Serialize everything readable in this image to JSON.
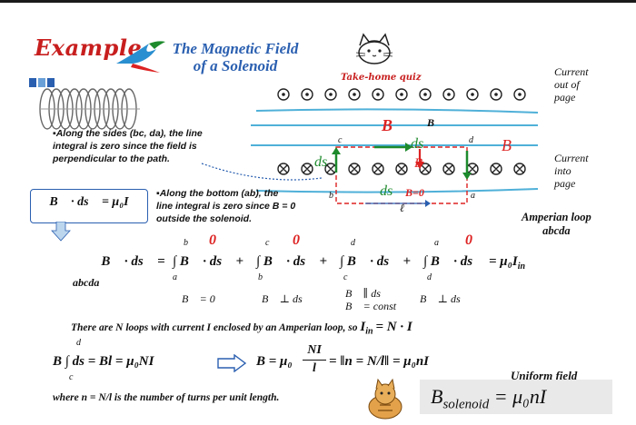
{
  "header": {
    "example_label": "Example",
    "title_line1": "The Magnetic Field",
    "title_line2": "of a Solenoid",
    "takehome": "Take-home quiz"
  },
  "diagram": {
    "current_out_line1": "Current",
    "current_out_line2": "out of",
    "current_out_line3": "page",
    "current_into_line1": "Current",
    "current_into_line2": "into",
    "current_into_line3": "page",
    "B_label": "B",
    "B_vec": "B⃗",
    "B_eq0": "B=0",
    "ds_label": "ds",
    "corner_a": "a",
    "corner_b": "b",
    "corner_c": "c",
    "corner_d": "d",
    "ell": "ℓ",
    "amperian_line1": "Amperian loop",
    "amperian_line2": "abcda"
  },
  "notes": {
    "sides_line1": "▪Along the sides (bc, da), the line",
    "sides_line2": "integral is zero since the field is",
    "sides_line3": "perpendicular to the path.",
    "bottom_line1": "▪Along the bottom (ab), the",
    "bottom_line2": "line integral is zero since B = 0",
    "bottom_line3": "outside the solenoid."
  },
  "equations": {
    "amperes_law": "∮ B⃗ · ds⃗ = μ₀I",
    "expanded": "∮ B⃗ · ds⃗ = ∫ B⃗ · ds⃗ + ∫ B⃗ · ds⃗ + ∫ B⃗ · ds⃗ + ∫ B⃗ · ds⃗ = μ₀I",
    "expanded_lhs": "∮ B⃗ · ds⃗ =",
    "term1": "∫ B⃗ · ds⃗ +",
    "term2": "∫ B⃗ · ds⃗ +",
    "term3": "∫ B⃗ · ds⃗ +",
    "term4": "∫ B⃗ · ds⃗",
    "rhs": "= μ₀I",
    "rhs_sub": "in",
    "abcda": "abcda",
    "zero": "0",
    "lim_a": "a",
    "lim_b": "b",
    "lim_c": "c",
    "lim_d": "d",
    "cond1": "B⃗ = 0",
    "cond2": "B⃗ ⊥ ds⃗",
    "cond3a": "B⃗ ∥ ds⃗",
    "cond3b": "B⃗ = const",
    "cond4": "B⃗ ⊥ ds⃗",
    "nloops": "There are N loops with current I enclosed by an Amperian loop, so",
    "iin": "I",
    "iin_sub": "in",
    "iin_rhs": "= N · I",
    "bint_B": "B",
    "bint": "∫ ds = Bl = μ₀NI",
    "bint_sup": "d",
    "bint_sub": "c",
    "result": "B = μ₀",
    "frac_num": "NI",
    "frac_den": "l",
    "result_rhs": "= ‖n = N/l‖ = μ₀nI",
    "where": "where n = N/l is the number of turns per unit length.",
    "uniform": "Uniform field",
    "solenoid_B": "B",
    "solenoid_sub": "solenoid",
    "solenoid_rhs": "= μ₀nI"
  },
  "colors": {
    "accent_red": "#d22222",
    "accent_blue": "#2a5fb0",
    "accent_green": "#1d8a2c",
    "field_line": "#4fb0d8"
  }
}
